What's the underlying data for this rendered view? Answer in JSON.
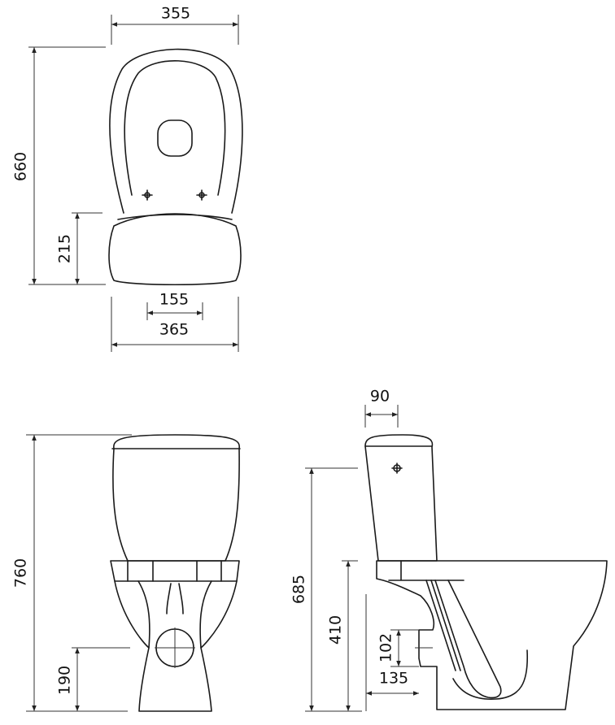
{
  "top_view": {
    "width_355": "355",
    "length_660": "660",
    "tank_depth_215": "215",
    "outlet_spacing_155": "155",
    "tank_width_365": "365"
  },
  "front_view": {
    "height_760": "760",
    "outlet_height_190": "190"
  },
  "side_view": {
    "offset_90": "90",
    "height_685": "685",
    "seat_height_410": "410",
    "outlet_diameter_102": "102",
    "outlet_distance_135": "135"
  },
  "colors": {
    "line": "#1a1a1a",
    "background": "#ffffff"
  }
}
